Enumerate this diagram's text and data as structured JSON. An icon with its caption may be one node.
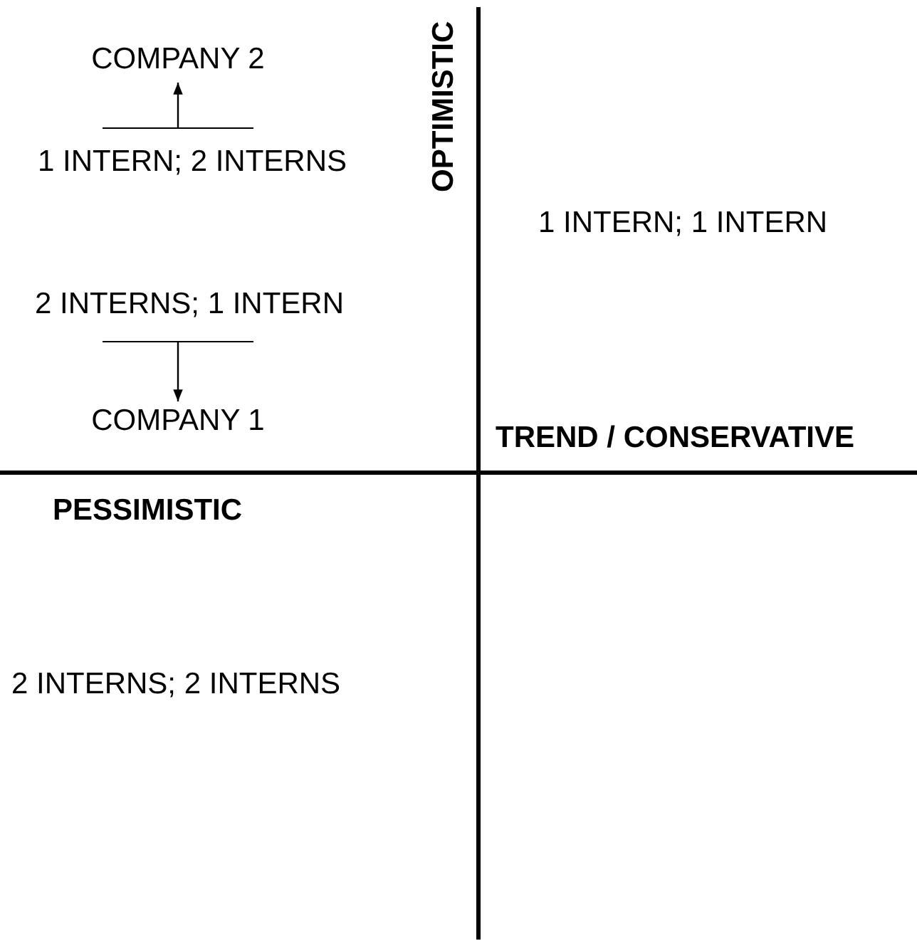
{
  "diagram": {
    "nodes": [
      {
        "text": [
          "COMPANY 2"
        ]
      },
      {
        "text": [
          "1 INTERN; 2 INTERNS"
        ]
      },
      {
        "text": [
          "2 INTERNS; 1 INTERN"
        ]
      },
      {
        "text": [
          "COMPANY 1"
        ]
      }
    ],
    "edges": [
      {
        "from": 1,
        "to": 0,
        "arrow": "to"
      },
      {
        "from": 2,
        "to": 3,
        "arrow": "to"
      }
    ],
    "labels": [
      "OPTIMISTIC",
      "1 INTERN; 1 INTERN",
      "TREND / CONSERVATIVE",
      "PESSIMISTIC",
      "2 INTERNS; 2 INTERNS"
    ]
  }
}
